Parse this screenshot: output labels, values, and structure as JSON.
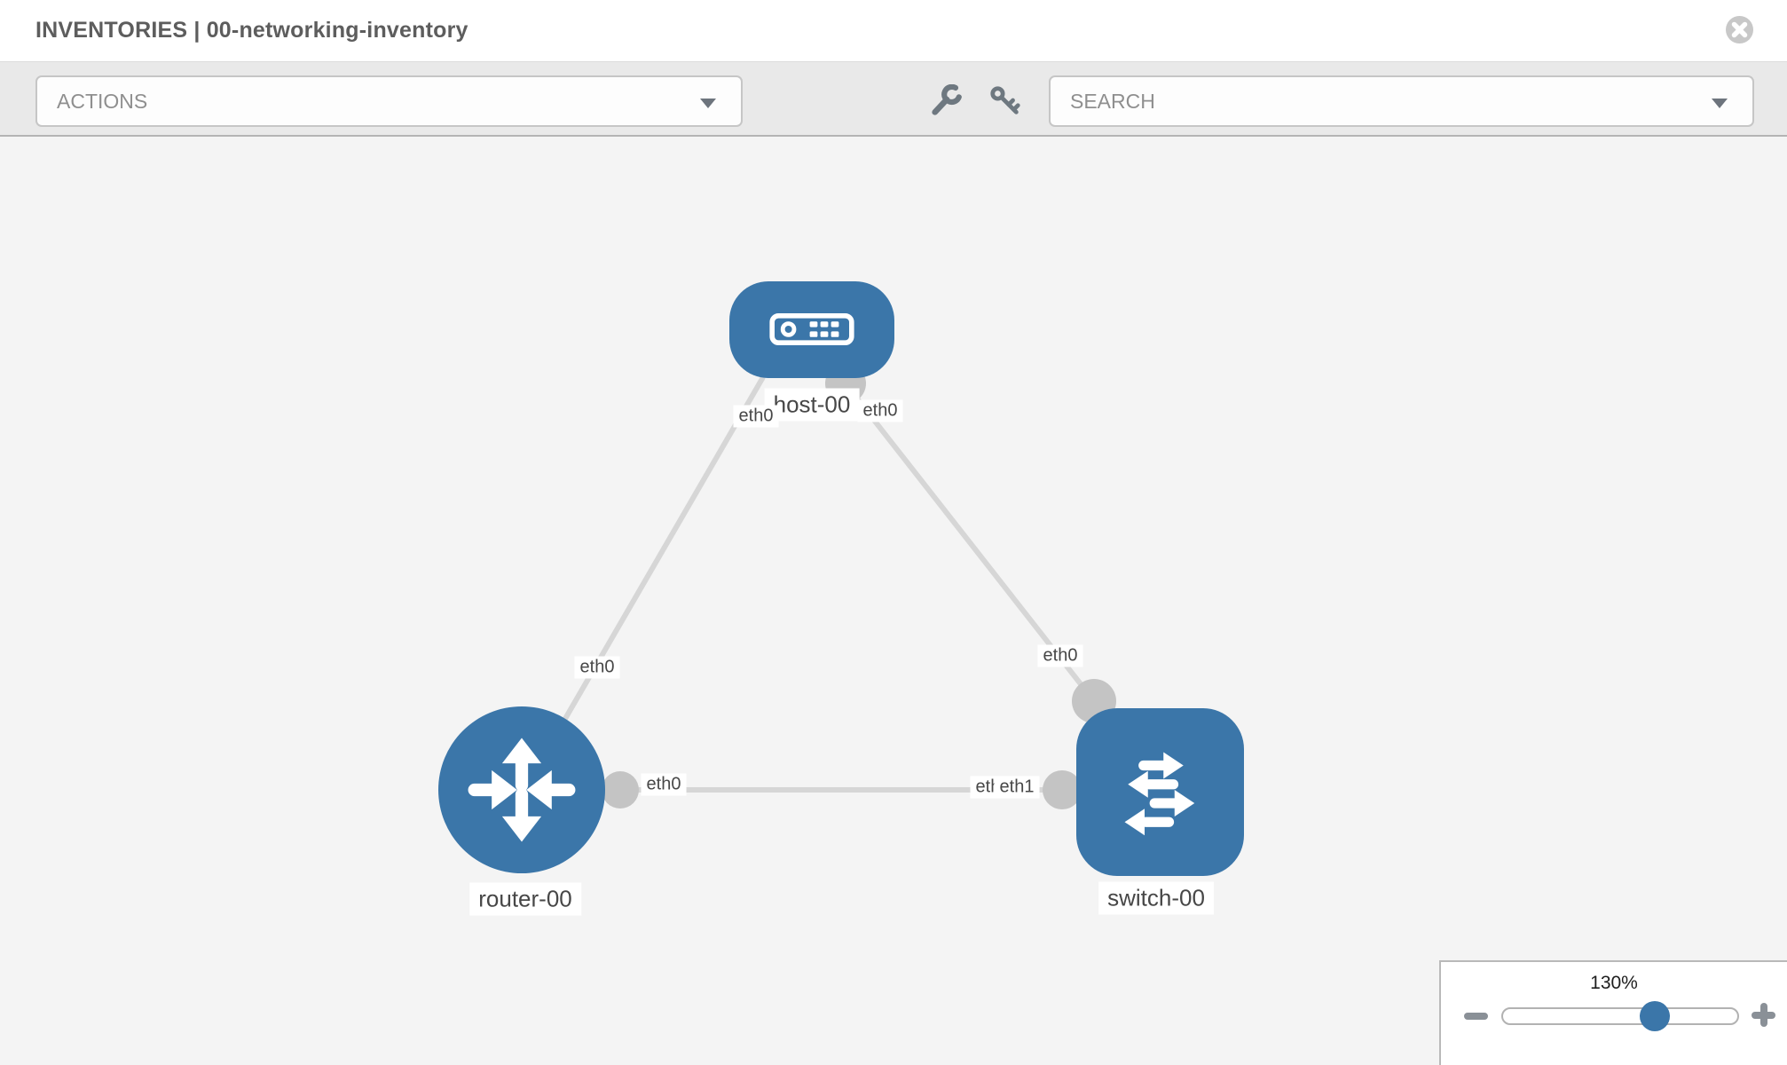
{
  "header": {
    "title": "INVENTORIES | 00-networking-inventory"
  },
  "toolbar": {
    "actions_dropdown": "ACTIONS",
    "search_dropdown": "SEARCH",
    "icons": [
      "wrench-icon",
      "key-icon"
    ]
  },
  "diagram": {
    "nodes": [
      {
        "label": "host-00",
        "type": "host",
        "icon": "host-device-icon"
      },
      {
        "label": "router-00",
        "type": "router",
        "icon": "router-arrows-icon"
      },
      {
        "label": "switch-00",
        "type": "switch",
        "icon": "switch-arrows-icon"
      }
    ],
    "links": [
      {
        "from": "host-00",
        "to": "router-00"
      },
      {
        "from": "host-00",
        "to": "switch-00"
      },
      {
        "from": "router-00",
        "to": "switch-00"
      }
    ],
    "iface_labels": [
      {
        "text": "eth0",
        "position": "host-left"
      },
      {
        "text": "eth0",
        "position": "host-right"
      },
      {
        "text": "eth0",
        "position": "router-to-host"
      },
      {
        "text": "eth0",
        "position": "switch-to-host"
      },
      {
        "text": "eth0",
        "position": "router-to-switch"
      },
      {
        "text": "eth0",
        "position": "switch-to-router-behind"
      },
      {
        "text": "eth1",
        "position": "switch-to-router-front"
      }
    ]
  },
  "zoom_control": {
    "level": "130%"
  },
  "colors": {
    "node_fill": "#3b76a9",
    "link_gray": "#d6d6d6",
    "port_gray": "#c4c4c4",
    "toolbar_bg": "#e9e9e9",
    "canvas_bg": "#f4f4f4",
    "title_text": "#5d5d5d"
  }
}
